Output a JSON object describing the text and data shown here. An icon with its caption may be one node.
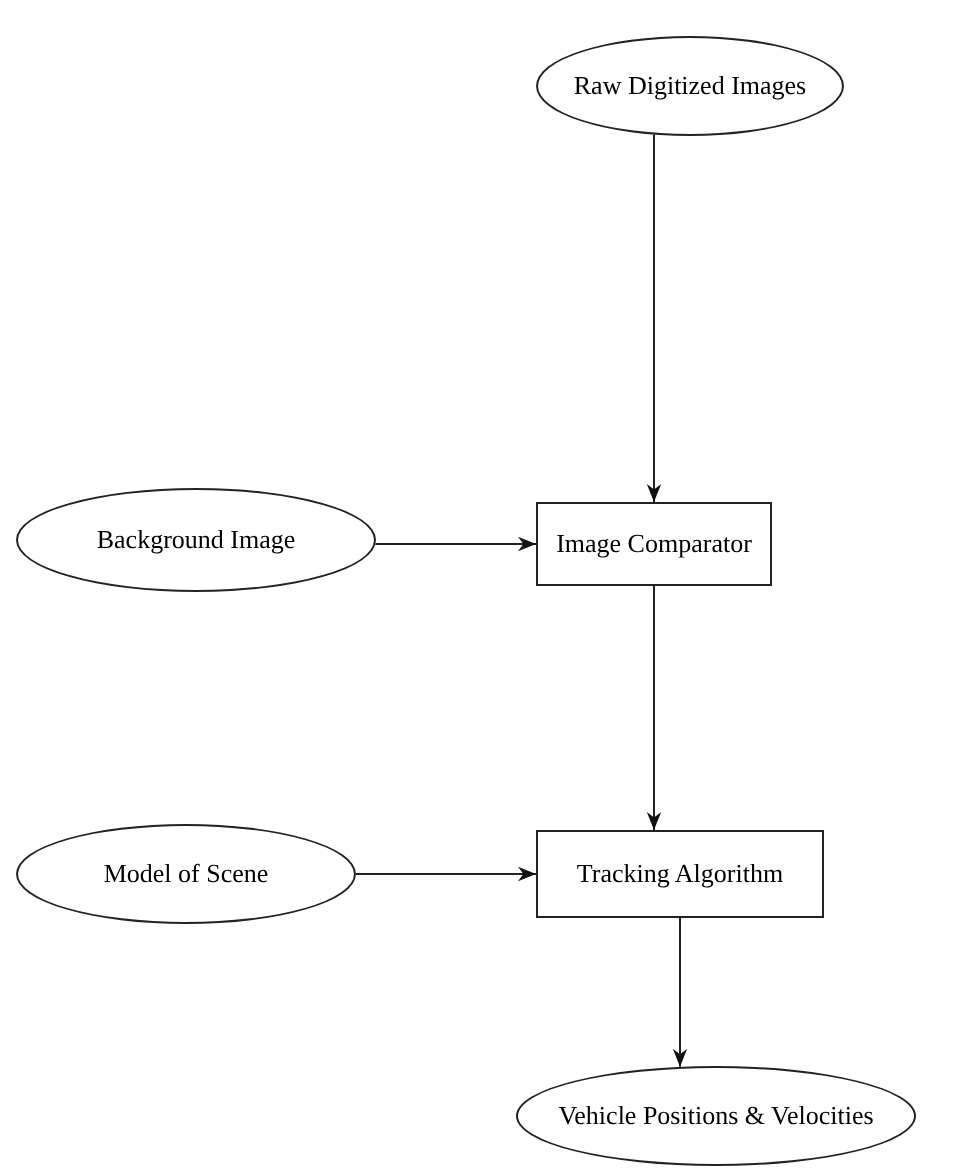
{
  "diagram": {
    "nodes": [
      {
        "text": [
          "Raw Digitized Images"
        ]
      },
      {
        "text": [
          "Background Image"
        ]
      },
      {
        "text": [
          "Image Comparator"
        ]
      },
      {
        "text": [
          "Model of Scene"
        ]
      },
      {
        "text": [
          "Tracking Algorithm"
        ]
      },
      {
        "text": [
          "Vehicle Positions & Velocities"
        ]
      }
    ],
    "edges": [
      {
        "from": 0,
        "to": 2,
        "arrow": "to"
      },
      {
        "from": 1,
        "to": 2,
        "arrow": "to"
      },
      {
        "from": 2,
        "to": 4,
        "arrow": "to"
      },
      {
        "from": 3,
        "to": 4,
        "arrow": "to"
      },
      {
        "from": 4,
        "to": 5,
        "arrow": "to"
      }
    ]
  }
}
